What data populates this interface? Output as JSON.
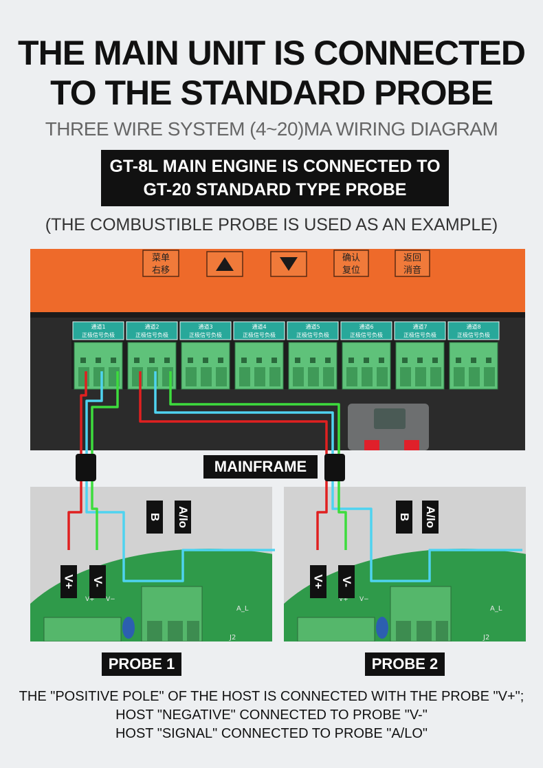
{
  "title_line1": "THE MAIN UNIT IS CONNECTED",
  "title_line2": "TO THE STANDARD PROBE",
  "subtitle": "THREE WIRE SYSTEM (4~20)MA WIRING DIAGRAM",
  "banner_line1": "GT-8L MAIN ENGINE IS CONNECTED TO",
  "banner_line2": "GT-20 STANDARD TYPE PROBE",
  "example_note": "(THE COMBUSTIBLE PROBE IS USED AS AN EXAMPLE)",
  "panel_buttons": {
    "menu": "菜单",
    "right_shift": "右移",
    "confirm": "确认",
    "reset": "复位",
    "back": "返回",
    "mute": "消音"
  },
  "channels": [
    "通道1",
    "通道2",
    "通道3",
    "通道4",
    "通道5",
    "通道6",
    "通道7",
    "通道8"
  ],
  "channel_pins": "正极信号负极",
  "mainframe_label": "MAINFRAME",
  "probe1_label": "PROBE 1",
  "probe2_label": "PROBE 2",
  "probe_tags": {
    "b": "B",
    "alo": "A/lo",
    "vplus": "V+",
    "vminus": "V-"
  },
  "board_marks": {
    "vplus": "V+",
    "vminus": "V−",
    "al": "A_L",
    "j2": "J2"
  },
  "footer_line1": "THE \"POSITIVE POLE\" OF THE HOST IS CONNECTED WITH THE PROBE \"V+\";",
  "footer_line2": "HOST \"NEGATIVE\" CONNECTED TO PROBE \"V-\"",
  "footer_line3": "HOST \"SIGNAL\" CONNECTED TO PROBE \"A/LO\"",
  "colors": {
    "positive_wire": "#e02020",
    "signal_wire": "#4fd3f0",
    "negative_wire": "#3ddc3d",
    "housing": "#ee6a2a",
    "terminal": "#5fc27a"
  }
}
